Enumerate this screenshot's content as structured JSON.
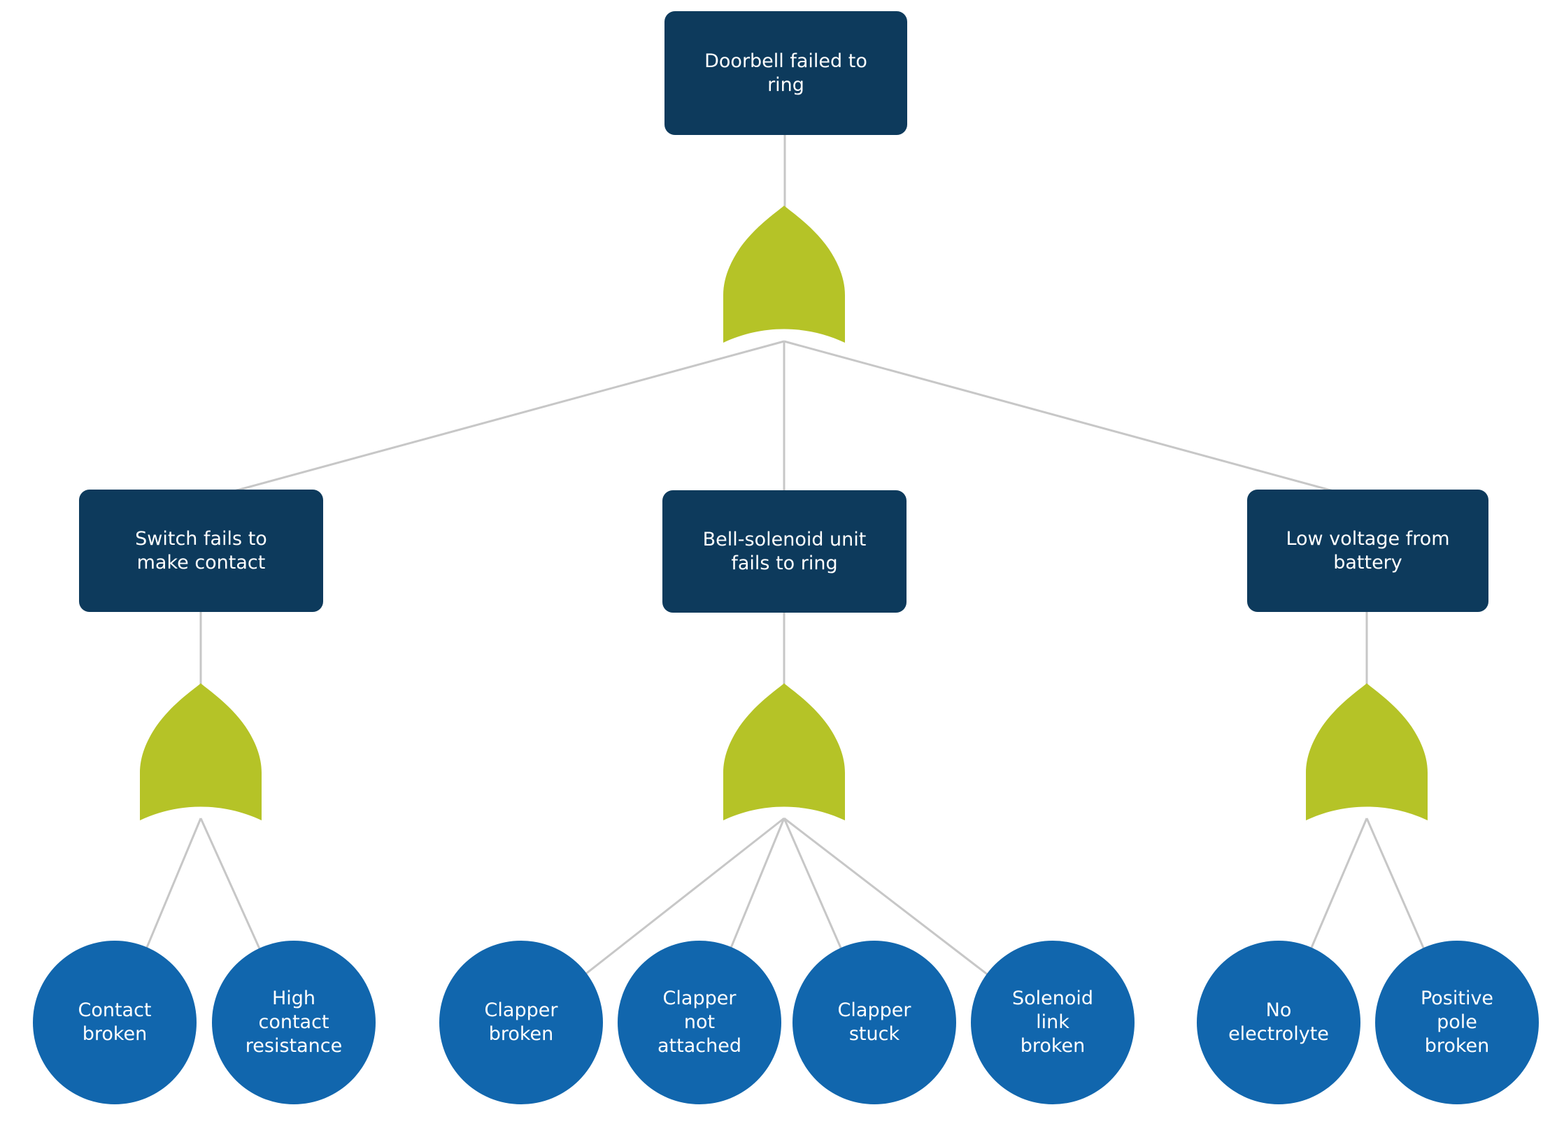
{
  "colors": {
    "event_fill": "#0d3a5c",
    "gate_fill": "#b5c327",
    "basic_fill": "#1166ad",
    "connector": "#c7c7c7",
    "label_text": "#ffffff",
    "background": "#ffffff"
  },
  "tree": {
    "top_event": {
      "label": "Doorbell failed to\nring"
    },
    "gates": [
      {
        "name": "or-gate-top",
        "type": "OR"
      },
      {
        "name": "or-gate-switch",
        "type": "OR"
      },
      {
        "name": "or-gate-bell-solenoid",
        "type": "OR"
      },
      {
        "name": "or-gate-battery",
        "type": "OR"
      }
    ],
    "intermediate_events": [
      {
        "label": "Switch fails to\nmake contact"
      },
      {
        "label": "Bell-solenoid unit\nfails to ring"
      },
      {
        "label": "Low voltage from\nbattery"
      }
    ],
    "basic_events": [
      {
        "label": "Contact\nbroken"
      },
      {
        "label": "High\ncontact\nresistance"
      },
      {
        "label": "Clapper\nbroken"
      },
      {
        "label": "Clapper\nnot\nattached"
      },
      {
        "label": "Clapper\nstuck"
      },
      {
        "label": "Solenoid\nlink\nbroken"
      },
      {
        "label": "No\nelectrolyte"
      },
      {
        "label": "Positive\npole\nbroken"
      }
    ]
  }
}
